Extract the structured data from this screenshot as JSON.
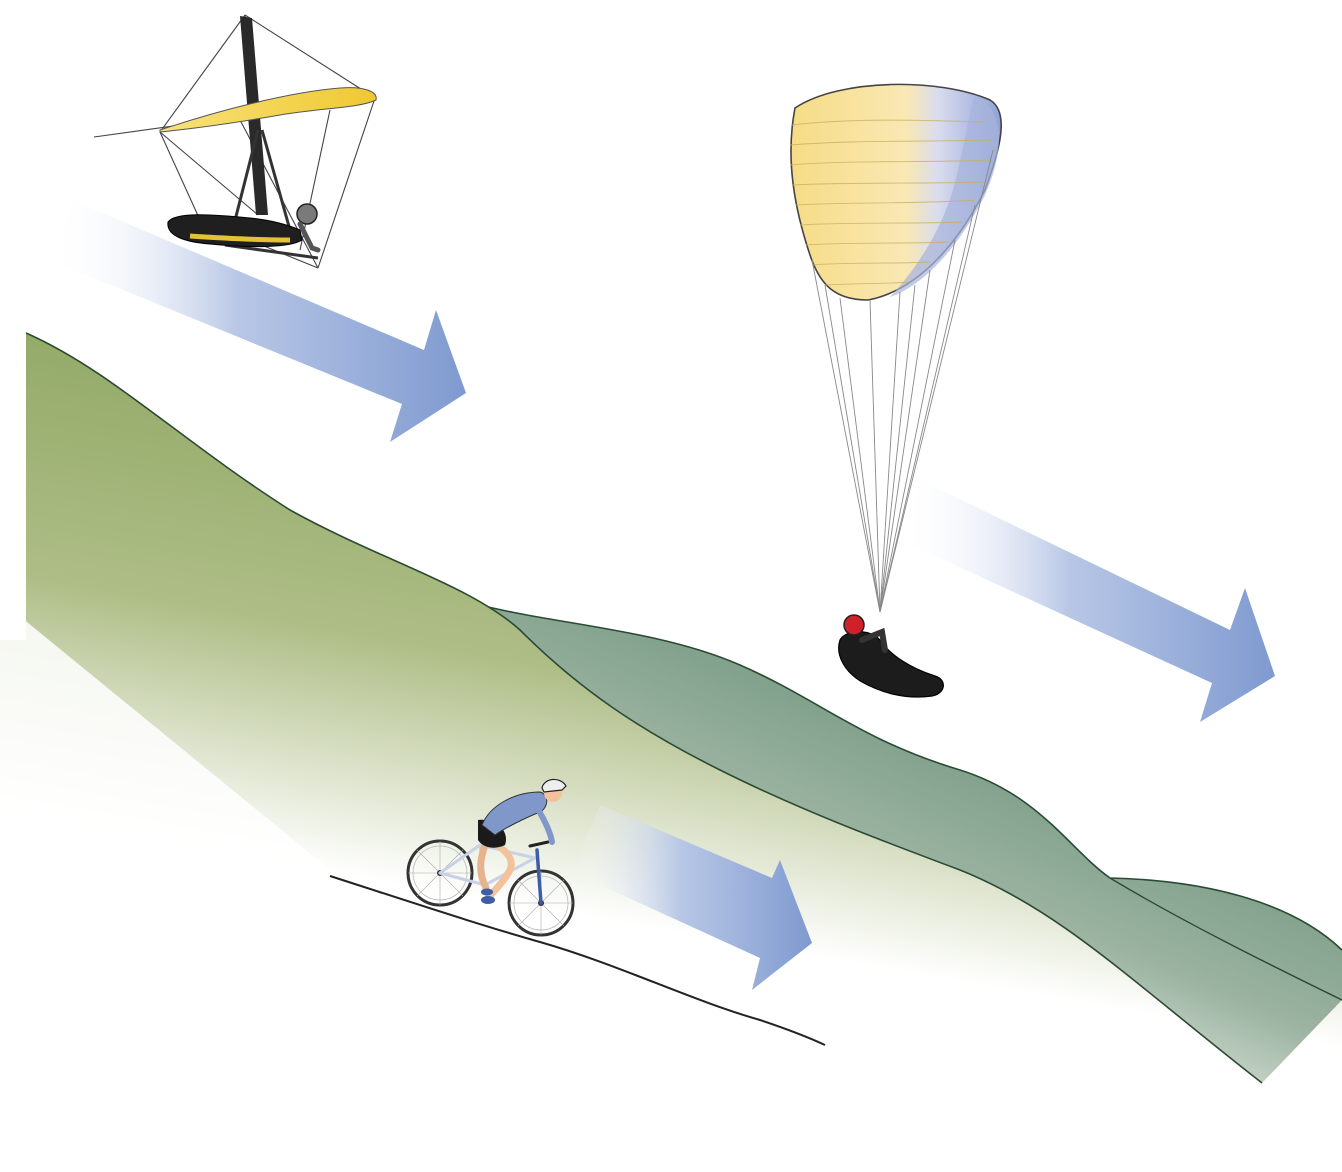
{
  "scene": {
    "subjects": [
      "hang-glider",
      "paraglider",
      "mountain-biker"
    ],
    "colors": {
      "background": "#ffffff",
      "hill_back": "#7f9b86",
      "hill_front": "#8ea363",
      "arrow": "#8aa3d3",
      "glider_wing": "#f2d44a",
      "paraglider_canopy": "#f6e29a",
      "canopy_edge": "#98a8d8",
      "helmet_red": "#d0202a",
      "cyclist_jersey": "#7f97c9",
      "outline": "#333333"
    }
  }
}
